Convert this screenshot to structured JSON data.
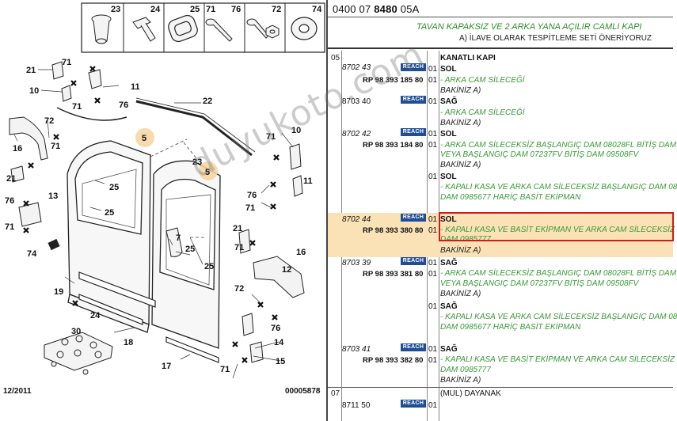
{
  "diagram": {
    "icon_strip": [
      {
        "num": "23",
        "icon": "grommet-icon"
      },
      {
        "num": "24",
        "icon": "clip-icon"
      },
      {
        "num": "25",
        "icon": "rubber-plug-icon"
      },
      {
        "num": "71",
        "icon": "screw-icon"
      },
      {
        "num": "76",
        "icon": "screw-icon"
      },
      {
        "num": "72",
        "icon": "nut-icon"
      },
      {
        "num": "74",
        "icon": "washer-icon"
      }
    ],
    "callouts": {
      "c21a": "21",
      "c71a": "71",
      "c10": "10",
      "c71b": "71",
      "c11": "11",
      "c76a": "76",
      "c22": "22",
      "c72a": "72",
      "c16a": "16",
      "c71c": "71",
      "c5a": "5",
      "c25a": "25",
      "c25b": "25",
      "c23": "23",
      "c5b": "5",
      "c10b": "10",
      "c71d": "71",
      "c11b": "11",
      "c76b": "76",
      "c21b": "21",
      "c13": "13",
      "c71e": "71",
      "c76c": "76",
      "c25c": "25",
      "c71f": "71",
      "c7": "7",
      "c25d": "25",
      "c21c": "21",
      "c71g": "71",
      "c16b": "16",
      "c74": "74",
      "c19": "19",
      "c24": "24",
      "c30": "30",
      "c18": "18",
      "c12": "12",
      "c72b": "72",
      "c76d": "76",
      "c14": "14",
      "c15": "15",
      "c17": "17",
      "c71h": "71"
    },
    "date": "12/2011",
    "sheet": "00005878"
  },
  "catalog": {
    "code_prefix": "0400 07 ",
    "code_bold": "8480",
    "code_suffix": " 05A",
    "group_title": "TAVAN KAPAKSIZ VE 2 ARKA YANA AÇILIR CAMLI KAPI",
    "group_sub": "A) İLAVE OLARAK TESPİTLEME SETİ ÖNERİYORUZ",
    "section_05": "05",
    "section_07": "07",
    "reach_label": "REACH",
    "rows": {
      "r0_desc": "KANATLI KAPI",
      "r1_part": "8702 43",
      "r1_rp": "RP 98 393 185 80",
      "r1_qty": "01",
      "r1_qty2": "01",
      "r1_desc": "SOL",
      "r1_note": "- ARKA CAM SİLECEĞİ",
      "r1_ref": "BAKİNİZ A)",
      "r2_part": "8703 40",
      "r2_qty": "01",
      "r2_desc": "SAĞ",
      "r2_note": "- ARKA CAM SİLECEĞİ",
      "r2_ref": "BAKİNİZ A)",
      "r3_part": "8702 42",
      "r3_rp": "RP 98 393 184 80",
      "r3_qty": "01",
      "r3_qty2": "01",
      "r3_desc": "SOL",
      "r3_note1": "- ARKA CAM SİLECEKSİZ BAŞLANGIÇ DAM 08028FL BİTİŞ DAM",
      "r3_note2": "VEYA BAŞLANGIÇ DAM 07237FV BİTİŞ DAM 09508FV",
      "r3_ref": "BAKİNİZ A)",
      "r4_qty": "01",
      "r4_desc": "SOL",
      "r4_note1": "- KAPALI KASA VE ARKA CAM SİLECEKSİZ BAŞLANGIÇ DAM 08",
      "r4_note2": "DAM 0985677 HARİÇ BASİT EKİPMAN",
      "r5_part": "8702 44",
      "r5_rp": "RP 98 393 380 80",
      "r5_qty": "01",
      "r5_qty2": "01",
      "r5_desc": "SOL",
      "r5_note1": "- KAPALI KASA VE BASİT EKİPMAN VE ARKA CAM SİLECEKSİZ",
      "r5_note2": "DAM 0985777",
      "r5_ref": "BAKİNİZ A)",
      "r6_part": "8703 39",
      "r6_rp": "RP 98 393 381 80",
      "r6_qty": "01",
      "r6_qty2": "01",
      "r6_desc": "SAĞ",
      "r6_note1": "- ARKA CAM SİLECEKSİZ BAŞLANGIÇ DAM 08028FL BİTİŞ DAM",
      "r6_note2": "VEYA BAŞLANGIÇ DAM 07237FV BİTİŞ DAM 09508FV",
      "r6_ref": "BAKİNİZ A)",
      "r7_qty": "01",
      "r7_desc": "SAĞ",
      "r7_note1": "- KAPALI KASA VE ARKA CAM SİLECEKSİZ BAŞLANGIÇ DAM 08",
      "r7_note2": "DAM 0985677 HARİÇ BASİT EKİPMAN",
      "r8_part": "8703 41",
      "r8_rp": "RP 98 393 382 80",
      "r8_qty": "01",
      "r8_qty2": "01",
      "r8_desc": "SAĞ",
      "r8_note1": "- KAPALI KASA VE BASİT EKİPMAN VE ARKA CAM SİLECEKSİZ",
      "r8_note2": "DAM 0985777",
      "r8_ref": "BAKİNİZ A)",
      "r9_desc": "(MUL) DAYANAK",
      "r10_part": "8711 50",
      "r10_qty": "01"
    },
    "watermark": "duyukoto.com"
  }
}
